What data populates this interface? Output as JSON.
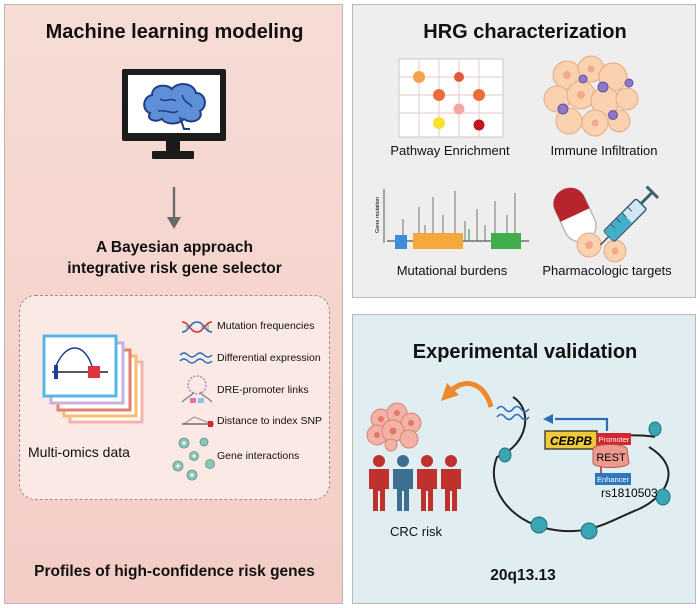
{
  "left_panel": {
    "title": "Machine learning modeling",
    "selector_line1": "A Bayesian approach",
    "selector_line2": "integrative risk gene selector",
    "multiomics_label": "Multi-omics data",
    "features": [
      {
        "label": "Mutation frequencies",
        "icon": "dna-helix-icon"
      },
      {
        "label": "Differential expression",
        "icon": "wave-lines-icon"
      },
      {
        "label": "DRE-promoter links",
        "icon": "chromatin-loop-icon"
      },
      {
        "label": "Distance to index SNP",
        "icon": "snp-distance-icon"
      },
      {
        "label": "Gene interactions",
        "icon": "interaction-network-icon"
      }
    ],
    "footer": "Profiles of high-confidence risk genes",
    "colors": {
      "background": "#f4d3cd",
      "dashed_box": "#fbe8e4"
    }
  },
  "hrg_panel": {
    "title": "HRG characterization",
    "items": [
      {
        "label": "Pathway Enrichment",
        "icon": "dot-plot-icon"
      },
      {
        "label": "Immune Infiltration",
        "icon": "immune-cells-icon"
      },
      {
        "label": "Mutational burdens",
        "icon": "mutation-lollipop-icon"
      },
      {
        "label": "Pharmacologic targets",
        "icon": "pill-syringe-icon"
      }
    ],
    "mutation_axis_label": "Gene mutation",
    "colors": {
      "background": "#eeeeee"
    }
  },
  "validation_panel": {
    "title": "Experimental validation",
    "crc_label": "CRC risk",
    "gene": "CEBPB",
    "promoter": "Promoter",
    "tf": "REST",
    "enhancer": "Enhancer",
    "snp": "rs1810503",
    "locus": "20q13.13",
    "colors": {
      "background": "#dfeef0",
      "gene_box": "#f0c93c",
      "promoter": "#d4262c",
      "enhancer": "#2e78c2",
      "people_red": "#c0312e",
      "people_blue": "#3d6f91"
    }
  }
}
